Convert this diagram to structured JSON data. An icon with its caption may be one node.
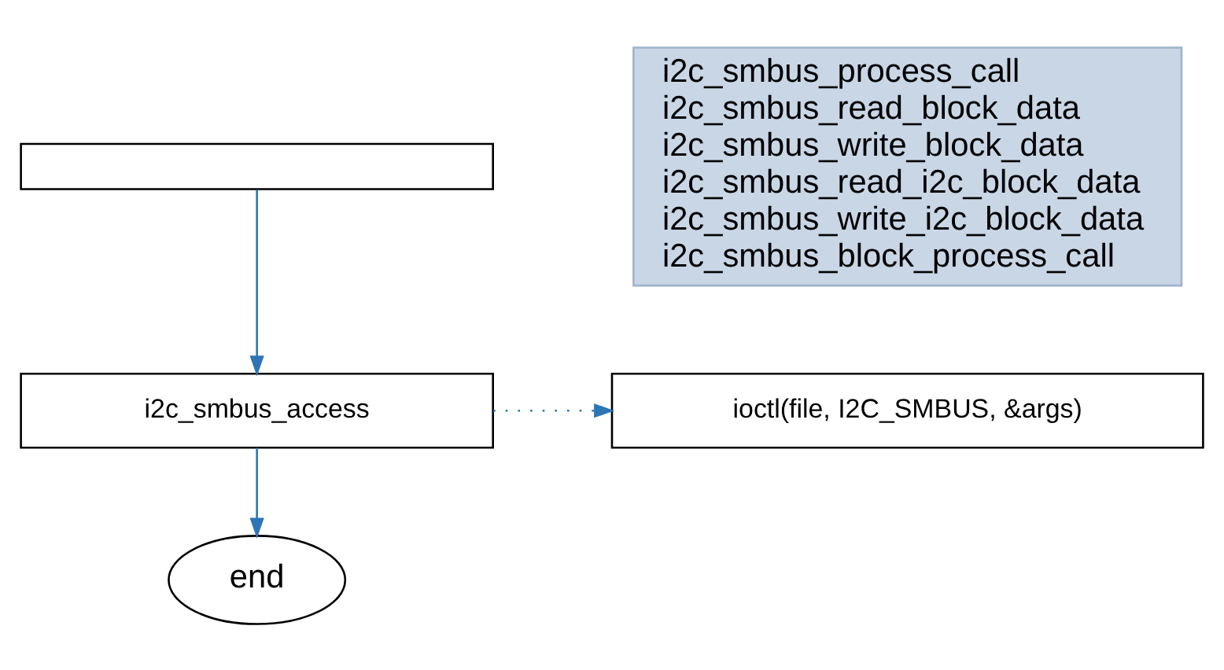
{
  "diagram": {
    "nodes": [
      {
        "text": [],
        "shape": "box"
      },
      {
        "text": [
          "i2c_smbus_process_call",
          "i2c_smbus_read_block_data",
          "i2c_smbus_write_block_data",
          "i2c_smbus_read_i2c_block_data",
          "i2c_smbus_write_i2c_block_data",
          "i2c_smbus_block_process_call"
        ]
      },
      {
        "text": [
          "i2c_smbus_access"
        ]
      },
      {
        "text": [
          "ioctl(file, I2C_SMBUS, &args)"
        ]
      },
      {
        "text": [
          "end"
        ]
      }
    ],
    "edges": [
      {
        "from": 0,
        "to": 2,
        "arrow": "to"
      },
      {
        "from": 2,
        "to": 3,
        "arrow": "to",
        "style": "dashed"
      },
      {
        "from": 2,
        "to": 4,
        "arrow": "to"
      }
    ]
  }
}
